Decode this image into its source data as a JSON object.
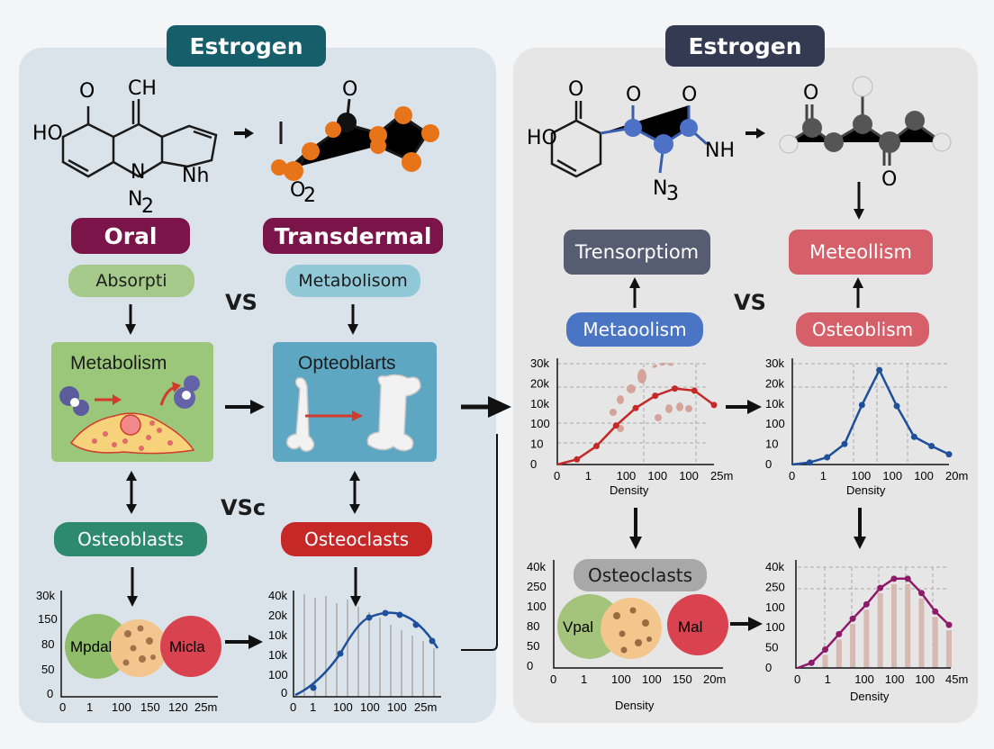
{
  "colors": {
    "left_panel": "#dbe3ea",
    "right_panel": "#e6e6e6",
    "teal": "#175e6b",
    "navy": "#343a52",
    "maroon": "#7b1449",
    "blue": "#1d4f9a",
    "red": "#c62828",
    "purple": "#8e1a6a"
  },
  "left": {
    "title": "Estrogen",
    "chem1": {
      "o_top": "O",
      "ch": "CH",
      "ho": "HO",
      "n": "N",
      "n2": "N",
      "n2sub": "2",
      "nh": "Nh"
    },
    "chem2": {
      "o_top": "O",
      "o2": "O",
      "o2sub": "2"
    },
    "oral": "Oral",
    "transdermal": "Transdermal",
    "absorption": "Absorpti",
    "metabolism_pill": "Metabolisom",
    "vs": "VS",
    "metabolism_box": "Metabolism",
    "opteoblasts_box": "Opteoblarts",
    "vsc": "VSc",
    "osteoblasts": "Osteoblasts",
    "osteoclasts": "Osteoclasts",
    "venn": {
      "left": "Mpdal",
      "right": "Micla"
    },
    "chart1_y": [
      "30k",
      "150",
      "80",
      "50",
      "0"
    ],
    "chart1_x": [
      "0",
      "1",
      "100",
      "150",
      "120",
      "25m"
    ],
    "chart2_y": [
      "40k",
      "20k",
      "10k",
      "10k",
      "100",
      "0"
    ],
    "chart2_x": [
      "0",
      "1",
      "100",
      "100",
      "100",
      "25m"
    ]
  },
  "right": {
    "title": "Estrogen",
    "chem3": {
      "o1": "O",
      "o2": "O",
      "o3": "O",
      "ho": "HO",
      "nh": "NH",
      "n3": "N",
      "n3sub": "3"
    },
    "chem4": {
      "o1": "O",
      "o2": "O"
    },
    "transorption": "Trensorptiom",
    "meteollism": "Meteollism",
    "metaoolism": "Metaoolism",
    "vs": "VS",
    "osteoblism": "Osteoblism",
    "osteoclasts": "Osteoclasts",
    "venn": {
      "left": "Vpal",
      "right": "Mal"
    }
  },
  "chart_data": [
    {
      "type": "line",
      "title": "",
      "xlabel": "Density",
      "ylabel": "",
      "y_ticks": [
        "30k",
        "20k",
        "10k",
        "100",
        "10",
        "0"
      ],
      "x_ticks": [
        "0",
        "1",
        "100",
        "100",
        "100",
        "25m"
      ],
      "series": [
        {
          "values": [
            0,
            0.05,
            0.18,
            0.38,
            0.55,
            0.67,
            0.74,
            0.72,
            0.58
          ]
        }
      ]
    },
    {
      "type": "line",
      "title": "",
      "xlabel": "Density",
      "ylabel": "",
      "y_ticks": [
        "30k",
        "20k",
        "10k",
        "100",
        "10",
        "0"
      ],
      "x_ticks": [
        "0",
        "1",
        "100",
        "100",
        "100",
        "20m"
      ],
      "series": [
        {
          "values": [
            0,
            0.02,
            0.07,
            0.2,
            0.58,
            0.92,
            0.57,
            0.27,
            0.18,
            0.1
          ]
        }
      ]
    },
    {
      "type": "line",
      "title": "",
      "xlabel": "Density",
      "ylabel": "",
      "y_ticks": [
        "40k",
        "250",
        "100",
        "100",
        "50",
        "0"
      ],
      "x_ticks": [
        "0",
        "1",
        "100",
        "100",
        "100",
        "45m"
      ],
      "series": [
        {
          "values": [
            0,
            0.05,
            0.18,
            0.33,
            0.48,
            0.62,
            0.78,
            0.87,
            0.87,
            0.73,
            0.55,
            0.42
          ]
        }
      ]
    }
  ]
}
